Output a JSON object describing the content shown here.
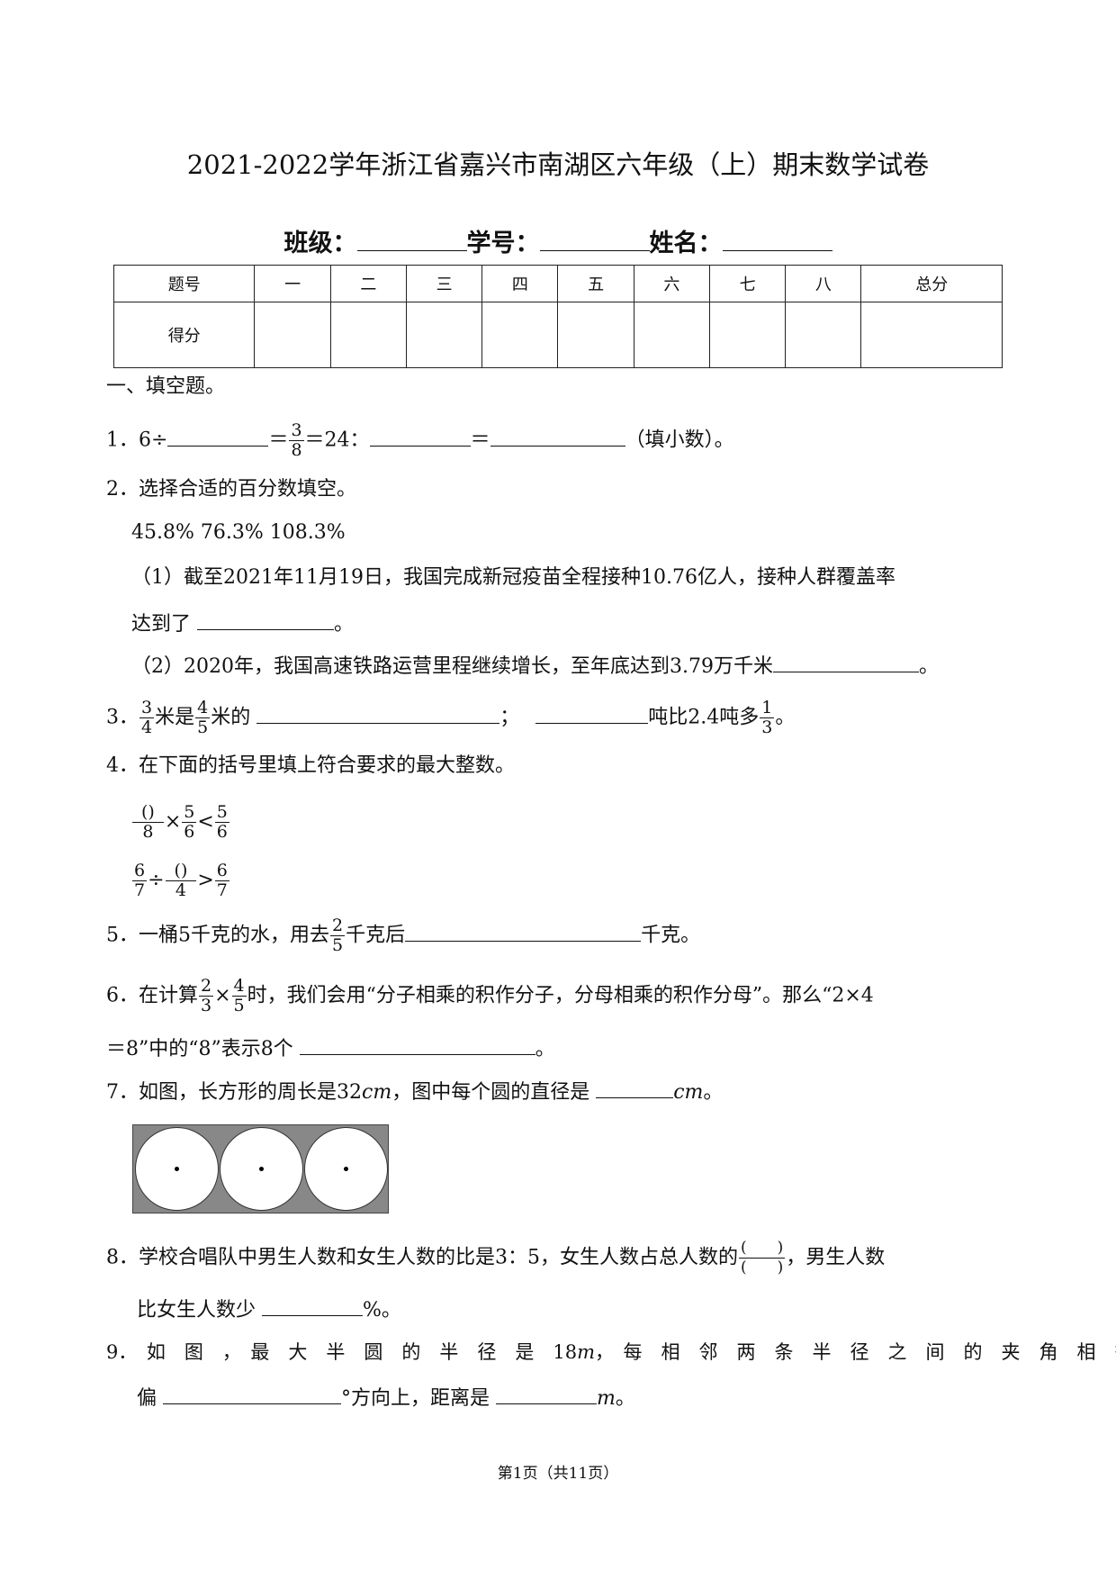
{
  "title": "2021-2022学年浙江省嘉兴市南湖区六年级（上）期末数学试卷",
  "info": {
    "class": "班级：",
    "id": "学号：",
    "name": "姓名："
  },
  "score_table": {
    "header": [
      "题号",
      "一",
      "二",
      "三",
      "四",
      "五",
      "六",
      "七",
      "八",
      "总分"
    ],
    "row_label": "得分"
  },
  "section1": "一、填空题。",
  "q1": {
    "a": "1．6÷",
    "b": "＝",
    "fn": "3",
    "fd": "8",
    "c": "＝24：",
    "d": "＝",
    "e": "（填小数）。"
  },
  "q2": {
    "stem": "2．选择合适的百分数填空。",
    "options": "45.8%  76.3%  108.3%",
    "p1a": "（1）截至2021年11月19日，我国完成新冠疫苗全程接种10.76亿人，接种人群覆盖率",
    "p1b": "达到了",
    "p1c": "。",
    "p2a": "（2）2020年，我国高速铁路运营里程继续增长，至年底达到3.79万千米",
    "p2b": "。"
  },
  "q3": {
    "a": "3．",
    "f1n": "3",
    "f1d": "4",
    "b": "米是",
    "f2n": "4",
    "f2d": "5",
    "c": "米的",
    "d": "；",
    "e": "吨比2.4吨多",
    "f3n": "1",
    "f3d": "3",
    "f": "。"
  },
  "q4": {
    "stem": "4．在下面的括号里填上符合要求的最大整数。",
    "e1": {
      "an": "()",
      "ad": "8",
      "op": "×",
      "bn": "5",
      "bd": "6",
      "cmp": "<",
      "cn": "5",
      "cd": "6"
    },
    "e2": {
      "an": "6",
      "ad": "7",
      "op": "÷",
      "bn": "()",
      "bd": "4",
      "cmp": ">",
      "cn": "6",
      "cd": "7"
    }
  },
  "q5": {
    "a": "5．一桶5千克的水，用去",
    "fn": "2",
    "fd": "5",
    "b": "千克后",
    "c": "千克。"
  },
  "q6": {
    "a": "6．在计算",
    "f1n": "2",
    "f1d": "3",
    "op": "×",
    "f2n": "4",
    "f2d": "5",
    "b": "时，我们会用“分子相乘的积作分子，分母相乘的积作分母”。那么“2×4",
    "c": "＝8”中的“8”表示8个",
    "d": "。"
  },
  "q7": {
    "a": "7．如图，长方形的周长是32",
    "unit": "cm",
    "b": "，图中每个圆的直径是",
    "c": "。"
  },
  "q8": {
    "a": "8．学校合唱队中男生人数和女生人数的比是3：5，女生人数占总人数的",
    "fn": "(　　)",
    "fd": "(　　)",
    "b": "，男生人数",
    "c": "比女生人数少",
    "d": "%。"
  },
  "q9": {
    "a": "9．　如　图　，　最　大　半　圆　的　半　径　是　18",
    "unit": "m",
    "b": "，　每　相　邻　两　条　半　径　之　间　的　夹　角　相　等",
    "c": "偏",
    "d": "°方向上，距离是",
    "e": "。"
  },
  "footer": "第1页（共11页）"
}
